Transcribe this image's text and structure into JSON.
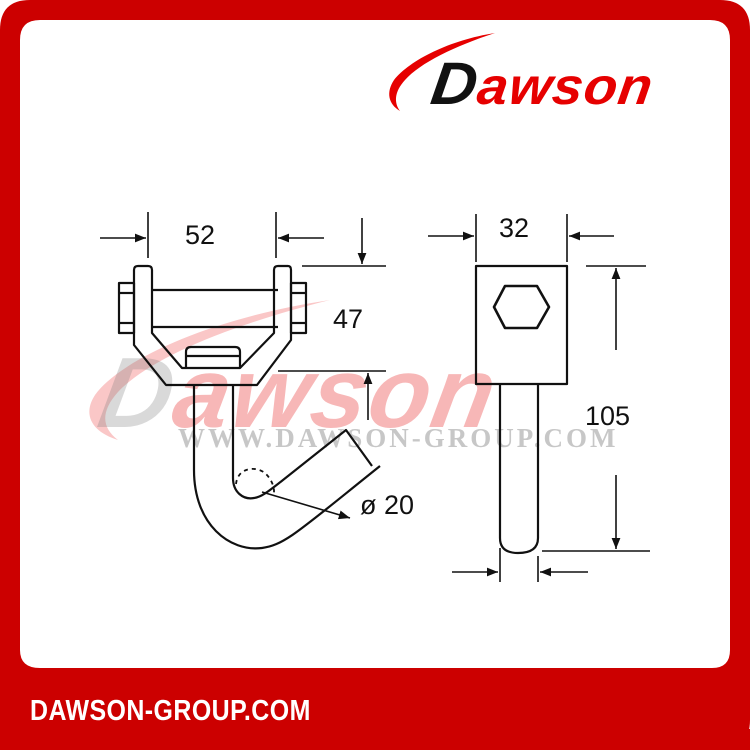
{
  "brand": {
    "logo_initial": "D",
    "logo_rest": "awson",
    "watermark_initial": "D",
    "watermark_rest": "awson",
    "watermark_url": "WWW.DAWSON-GROUP.COM",
    "footer_url": "DAWSON-GROUP.COM",
    "colors": {
      "frame_red": "#cc0000",
      "logo_red": "#e60000",
      "logo_black": "#111111",
      "line": "#111111"
    }
  },
  "drawing": {
    "front_view": {
      "width_label": "52",
      "height_label": "47",
      "diameter_label": "ø 20"
    },
    "side_view": {
      "width_label": "32",
      "length_label": "105"
    }
  }
}
